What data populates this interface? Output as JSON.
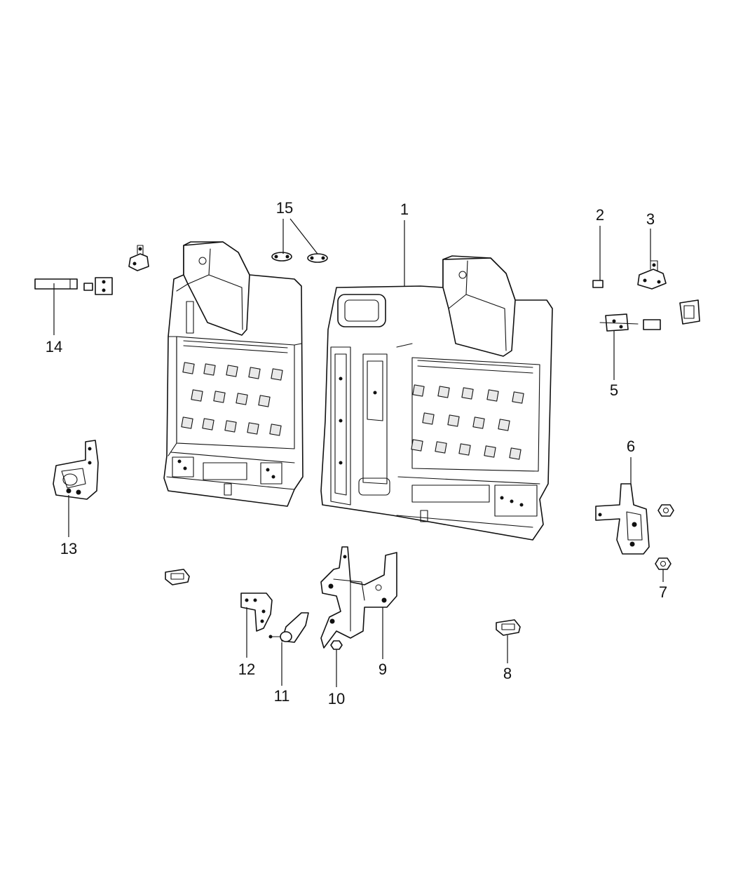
{
  "diagram": {
    "callouts": [
      {
        "id": "1",
        "label": "1"
      },
      {
        "id": "2",
        "label": "2"
      },
      {
        "id": "3",
        "label": "3"
      },
      {
        "id": "5",
        "label": "5"
      },
      {
        "id": "6",
        "label": "6"
      },
      {
        "id": "7",
        "label": "7"
      },
      {
        "id": "8",
        "label": "8"
      },
      {
        "id": "9",
        "label": "9"
      },
      {
        "id": "10",
        "label": "10"
      },
      {
        "id": "11",
        "label": "11"
      },
      {
        "id": "12",
        "label": "12"
      },
      {
        "id": "13",
        "label": "13"
      },
      {
        "id": "14",
        "label": "14"
      },
      {
        "id": "15",
        "label": "15"
      }
    ]
  }
}
